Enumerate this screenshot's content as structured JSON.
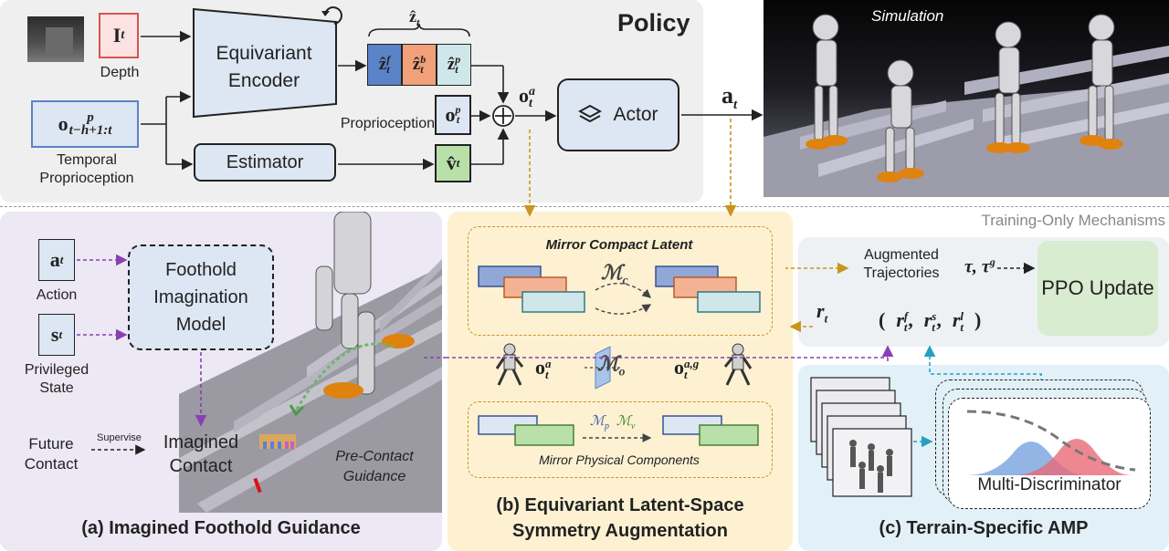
{
  "policy": {
    "title": "Policy",
    "depth_symbol": "I",
    "depth_sub": "t",
    "depth_label": "Depth",
    "encoder_label": "Equivariant Encoder",
    "z_hat": "ẑ",
    "z_hat_sub": "t",
    "z_parts": [
      {
        "base": "ẑ",
        "sup": "f",
        "sub": "t",
        "color": "#5b83c7"
      },
      {
        "base": "ẑ",
        "sup": "b",
        "sub": "t",
        "color": "#f2a07a"
      },
      {
        "base": "ẑ",
        "sup": "p",
        "sub": "t",
        "color": "#cfe7ea"
      }
    ],
    "temporal_obs": "o",
    "temporal_sup": "p",
    "temporal_sub": "t−h+1:t",
    "temporal_label": "Temporal Proprioception",
    "proprio_label": "Proprioception",
    "proprio_symbol": "o",
    "proprio_sup": "p",
    "proprio_sub": "t",
    "estimator_label": "Estimator",
    "vel_symbol": "v̂",
    "vel_sub": "t",
    "obs_a": "o",
    "obs_a_sup": "a",
    "obs_a_sub": "t",
    "actor_label": "Actor",
    "action_symbol": "a",
    "action_sub": "t",
    "simulation_label": "Simulation"
  },
  "training_only_label": "Training-Only Mechanisms",
  "panel_a": {
    "title": "(a) Imagined Foothold Guidance",
    "action_symbol": "a",
    "action_sub": "t",
    "action_label": "Action",
    "state_symbol": "s",
    "state_sub": "t",
    "state_label": "Privileged State",
    "model_label": "Foothold Imagination Model",
    "future_contact_label": "Future Contact",
    "supervise_label": "Supervise",
    "imagined_contact_label": "Imagined Contact",
    "pre_contact_label": "Pre-Contact Guidance"
  },
  "panel_b": {
    "title": "(b) Equivariant Latent-Space Symmetry Augmentation",
    "mirror_compact_label": "Mirror Compact Latent",
    "mc_symbol": "ℳ",
    "mc_sub": "c",
    "mo_symbol": "ℳ",
    "mo_sub": "o",
    "obs_a": "o",
    "obs_a_sup": "a",
    "obs_a_sub": "t",
    "obs_ag_sup": "a,g",
    "mp_symbol": "ℳ",
    "mp_sub": "p",
    "mv_symbol": "ℳ",
    "mv_sub": "v",
    "mirror_physical_label": "Mirror Physical Components"
  },
  "panel_c": {
    "title": "(c) Terrain-Specific AMP",
    "augmented_label": "Augmented Trajectories",
    "tau_label": "τ, τ",
    "tau_sup": "g",
    "ppo_label": "PPO Update",
    "reward_symbol": "r",
    "reward_sub": "t",
    "reward_parts": [
      {
        "base": "r",
        "sup": "f",
        "sub": "t"
      },
      {
        "base": "r",
        "sup": "s",
        "sub": "t"
      },
      {
        "base": "r",
        "sup": "l",
        "sub": "t"
      }
    ],
    "ellipsis": "...",
    "multi_disc_label": "Multi-Discriminator"
  },
  "colors": {
    "policy_bg": "#efefef",
    "panel_a_bg": "#ece8f4",
    "panel_b_bg": "#fdf1d2",
    "panel_c_bg": "#e2f0f8",
    "box_blue": "#dde6f3",
    "box_green": "#cfe8c3",
    "box_red_border": "#d9534f",
    "arrow_gold": "#c8961c",
    "arrow_purple": "#8a3fb5",
    "arrow_teal": "#26a0c0"
  }
}
